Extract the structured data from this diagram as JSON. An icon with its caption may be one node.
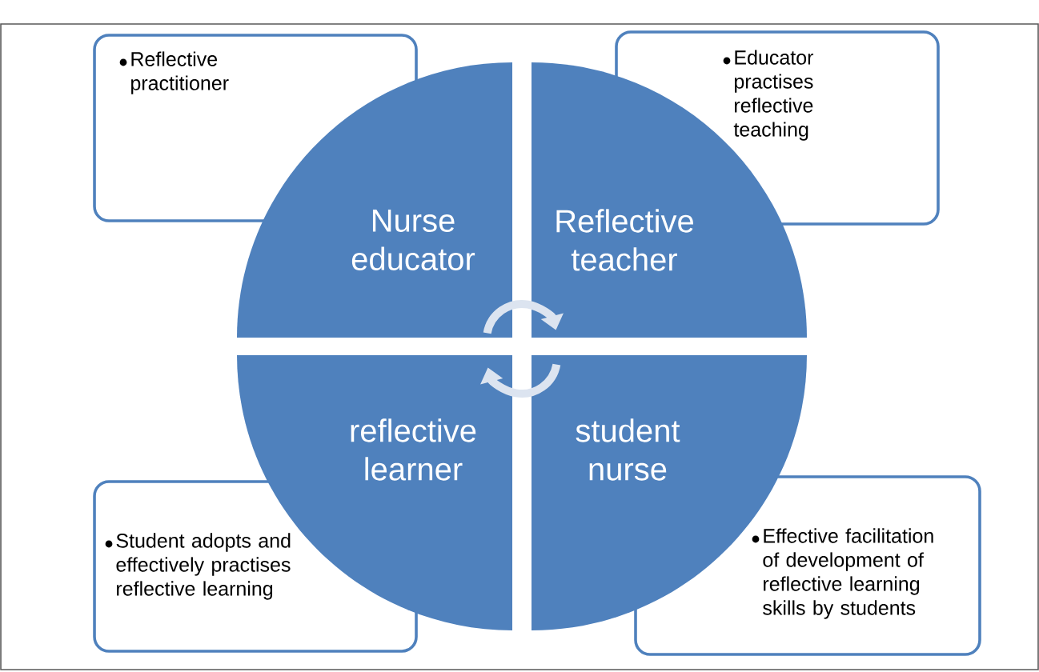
{
  "diagram": {
    "nodes": [
      {
        "text": [
          "Reflective practitioner"
        ]
      },
      {
        "text": [
          "Nurse educator"
        ]
      },
      {
        "text": [
          "Reflective teacher"
        ]
      },
      {
        "text": [
          "Educator practises reflective teaching"
        ]
      },
      {
        "text": [
          "reflective learner"
        ]
      },
      {
        "text": [
          "student nurse"
        ]
      },
      {
        "text": [
          "Student adopts and effectively practises reflective learning"
        ]
      },
      {
        "text": [
          "Effective facilitation of development of reflective learning skills by students"
        ]
      }
    ],
    "edges": [
      {
        "from": 1,
        "to": 2,
        "arrow": "to"
      },
      {
        "from": 5,
        "to": 4,
        "arrow": "to"
      }
    ]
  }
}
